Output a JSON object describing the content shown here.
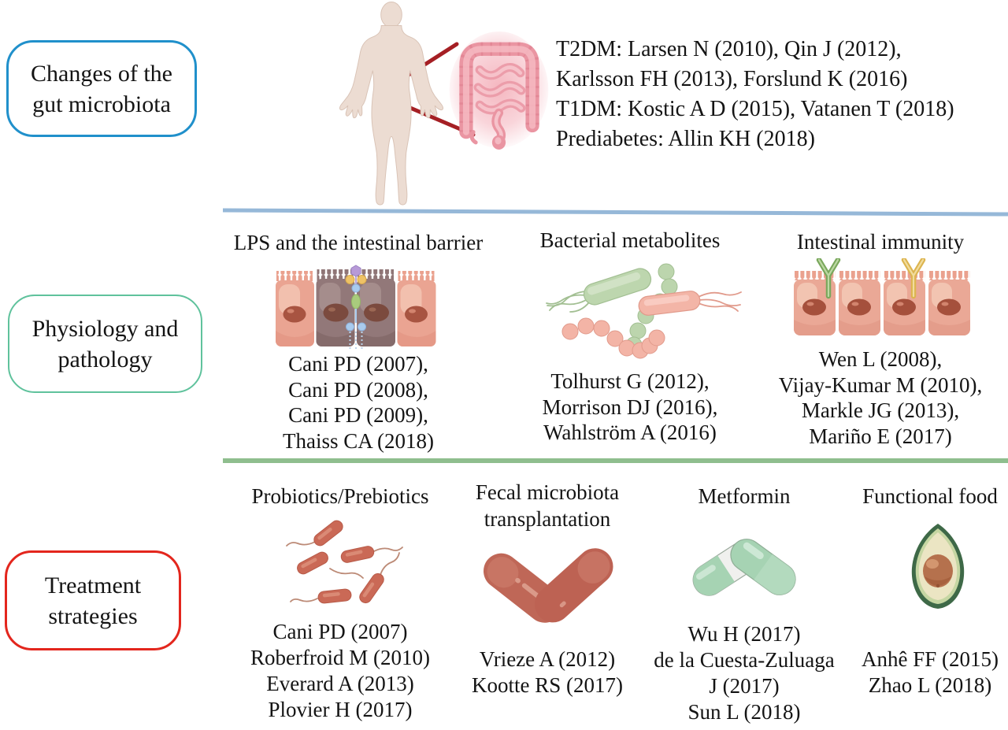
{
  "rows": {
    "row1": {
      "label_lines": [
        "Changes of the",
        "gut microbiota"
      ],
      "accent_color": "#2090cb",
      "citations": [
        "T2DM: Larsen N (2010), Qin J (2012),",
        "Karlsson FH (2013), Forslund K (2016)",
        "T1DM: Kostic A D (2015), Vatanen T (2018)",
        "Prediabetes: Allin KH (2018)"
      ]
    },
    "row2": {
      "label_lines": [
        "Physiology and",
        "pathology"
      ],
      "accent_color": "#5fc29c",
      "divider_color": "#8fbe8e",
      "columns": [
        {
          "title": "LPS and the intestinal barrier",
          "icon": "intestinal-barrier-icon",
          "citations": [
            "Cani PD (2007),",
            "Cani PD (2008),",
            "Cani PD (2009),",
            "Thaiss CA (2018)"
          ]
        },
        {
          "title": "Bacterial metabolites",
          "icon": "bacteria-icon",
          "citations": [
            "Tolhurst G (2012),",
            "Morrison DJ (2016),",
            "Wahlström A (2016)"
          ]
        },
        {
          "title": "Intestinal immunity",
          "icon": "immune-epithelium-icon",
          "citations": [
            "Wen L (2008),",
            "Vijay-Kumar M (2010),",
            "Markle JG (2013),",
            "Mariño E (2017)"
          ]
        }
      ]
    },
    "row3": {
      "label_lines": [
        "Treatment",
        "strategies"
      ],
      "accent_color": "#e3261d",
      "columns": [
        {
          "title_lines": [
            "Probiotics/Prebiotics",
            ""
          ],
          "icon": "probiotic-bacteria-icon",
          "citations": [
            "Cani PD (2007)",
            "Roberfroid M (2010)",
            "Everard A (2013)",
            "Plovier H (2017)"
          ]
        },
        {
          "title_lines": [
            "Fecal microbiota",
            "transplantation"
          ],
          "icon": "fecal-capsule-icon",
          "citations": [
            "Vrieze A (2012)",
            "Kootte RS (2017)"
          ]
        },
        {
          "title_lines": [
            "Metformin",
            ""
          ],
          "icon": "metformin-capsules-icon",
          "citations": [
            "Wu H (2017)",
            "de la Cuesta-Zuluaga",
            "J (2017)",
            "Sun L (2018)"
          ]
        },
        {
          "title_lines": [
            "Functional food",
            ""
          ],
          "icon": "avocado-icon",
          "citations": [
            "Anhê FF (2015)",
            "Zhao L (2018)"
          ]
        }
      ]
    },
    "divider_blue_color": "#96b8d8",
    "callout_line_color": "#a51f24"
  }
}
